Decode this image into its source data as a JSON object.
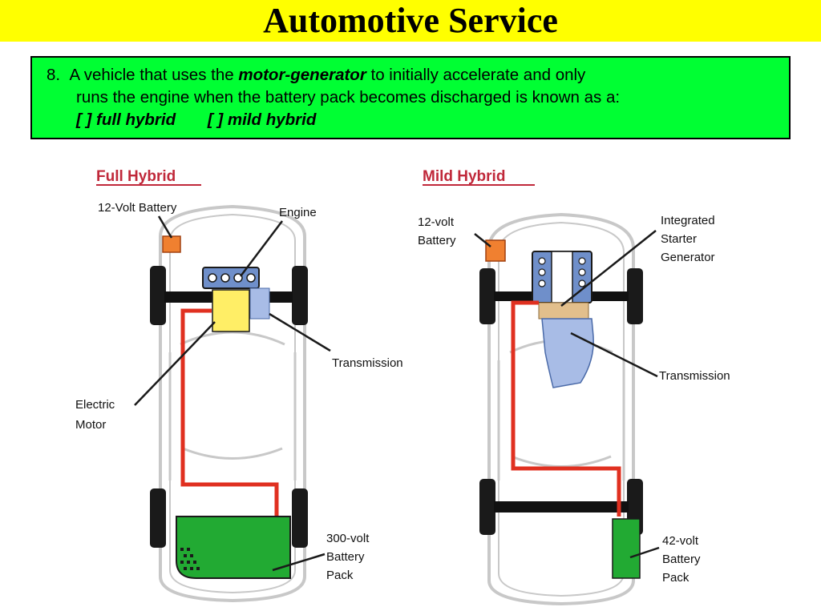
{
  "slide": {
    "title": "Automotive Service"
  },
  "question": {
    "number": "8.",
    "line1_pre": "A vehicle that uses the ",
    "line1_term": "motor-generator",
    "line1_post": " to initially accelerate and only",
    "line2": "runs the engine when the  battery pack becomes discharged is known as a:",
    "options": [
      "[   ] full hybrid",
      "[   ] mild hybrid"
    ]
  },
  "diagram": {
    "full_hybrid": {
      "heading": "Full Hybrid",
      "labels": {
        "battery12": "12-Volt Battery",
        "engine": "Engine",
        "transmission": "Transmission",
        "motor": [
          "Electric",
          "Motor"
        ],
        "pack": [
          "300-volt",
          "Battery",
          "Pack"
        ]
      }
    },
    "mild_hybrid": {
      "heading": "Mild Hybrid",
      "labels": {
        "battery12": [
          "12-volt",
          "Battery"
        ],
        "isg": [
          "Integrated",
          "Starter",
          "Generator"
        ],
        "transmission": "Transmission",
        "pack": [
          "42-volt",
          "Battery",
          "Pack"
        ]
      }
    },
    "colors": {
      "wire": "#e03020",
      "battery12": "#f08030",
      "engine": "#6f8fca",
      "motor": "#ffee66",
      "transmission": "#a8bce6",
      "pack": "#22aa33",
      "isg": "#e2bf8c",
      "car_outline": "#c8c8c8"
    }
  }
}
